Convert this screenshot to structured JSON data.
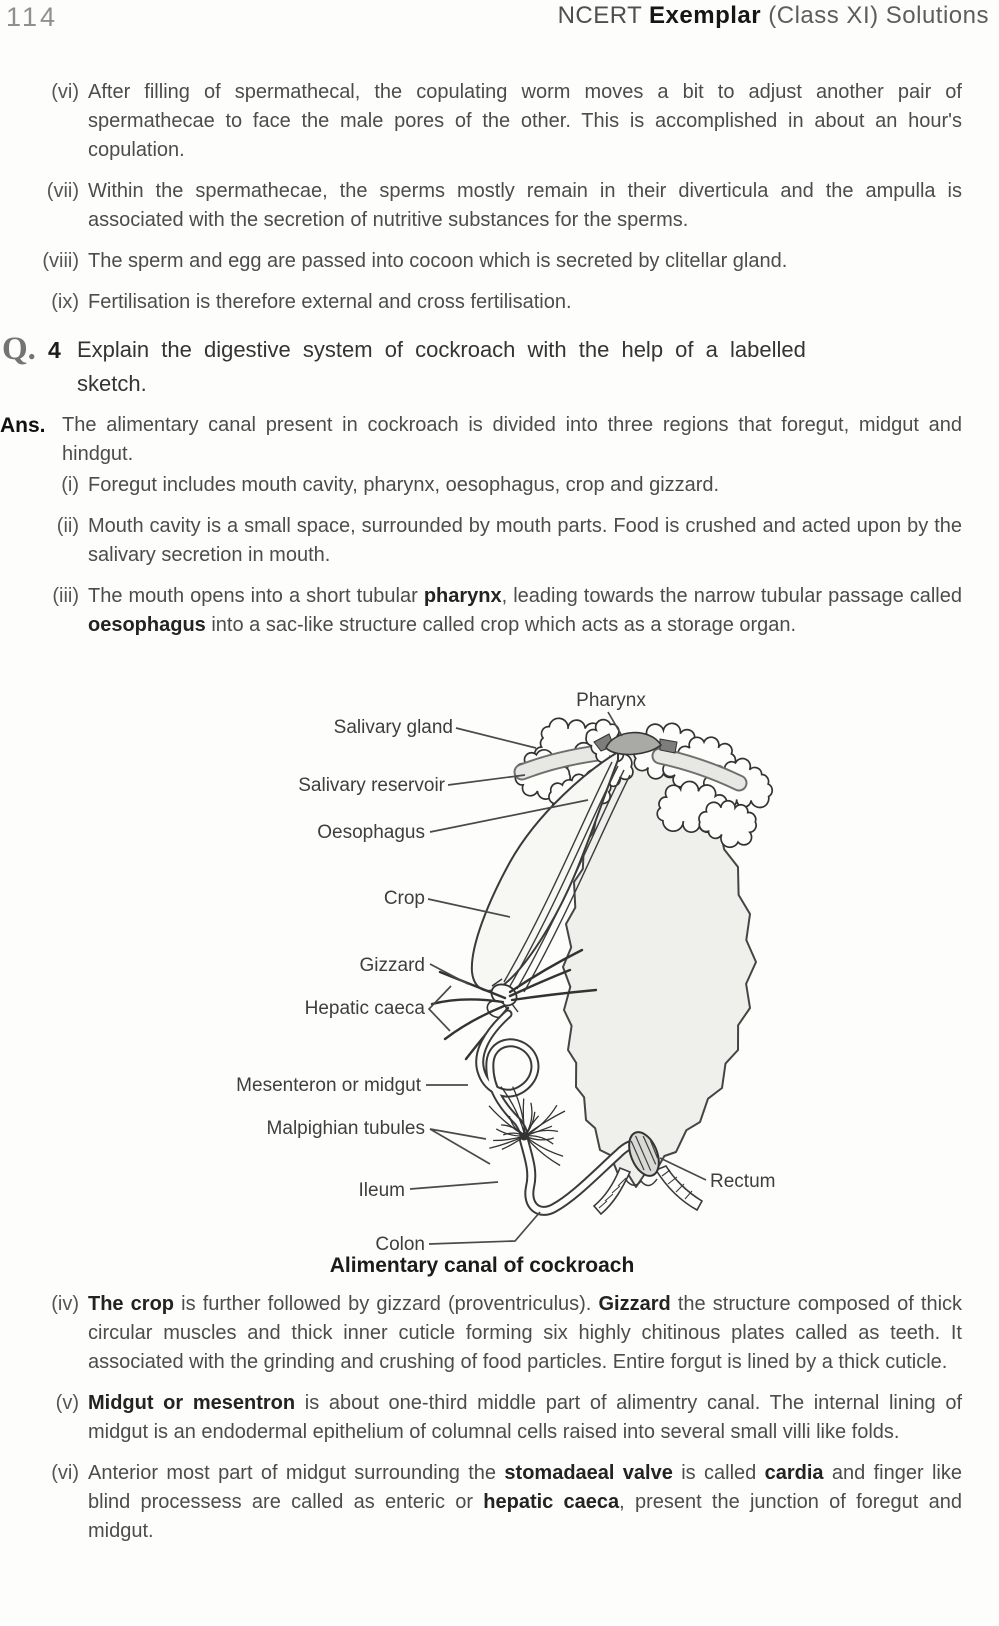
{
  "page_header": {
    "number": "114",
    "title_pre": "NCERT ",
    "title_brand": "Exemplar",
    "title_post": " (Class XI) Solutions"
  },
  "intro_list": {
    "items": [
      {
        "marker": "(vi)",
        "runs": [
          {
            "t": "After filling of spermathecal, the copulating worm moves a bit to adjust another pair of spermathecae to face the male pores of the other. This is accomplished in about an hour's copulation."
          }
        ]
      },
      {
        "marker": "(vii)",
        "runs": [
          {
            "t": "Within the spermathecae, the sperms mostly remain in their diverticula and the ampulla is associated with the secretion of nutritive substances for the sperms."
          }
        ]
      },
      {
        "marker": "(viii)",
        "runs": [
          {
            "t": "The sperm and egg are passed into cocoon which is secreted by clitellar gland."
          }
        ]
      },
      {
        "marker": "(ix)",
        "runs": [
          {
            "t": "Fertilisation is therefore external and cross fertilisation."
          }
        ]
      }
    ]
  },
  "question": {
    "label": "Q.",
    "number": "4",
    "line1": "Explain the digestive system of cockroach with the help of a labelled",
    "line2": "sketch."
  },
  "answer": {
    "label": "Ans.",
    "intro": "The alimentary canal present in cockroach is divided into three regions that foregut, midgut and hindgut."
  },
  "answer_list": {
    "items": [
      {
        "marker": "(i)",
        "runs": [
          {
            "t": "Foregut includes mouth cavity, pharynx, oesophagus, crop and gizzard."
          }
        ]
      },
      {
        "marker": "(ii)",
        "runs": [
          {
            "t": "Mouth cavity is a small space, surrounded by mouth parts. Food is crushed and acted upon by the salivary secretion in mouth."
          }
        ]
      },
      {
        "marker": "(iii)",
        "runs": [
          {
            "t": "The mouth opens into a short tubular "
          },
          {
            "t": "pharynx",
            "b": true
          },
          {
            "t": ", leading towards the narrow tubular passage called "
          },
          {
            "t": "oesophagus",
            "b": true
          },
          {
            "t": " into a sac-like structure called crop which acts as a storage organ."
          }
        ]
      }
    ]
  },
  "diagram": {
    "caption": "Alimentary canal of cockroach",
    "labels": {
      "pharynx": "Pharynx",
      "salivary_gland": "Salivary gland",
      "salivary_reservoir": "Salivary reservoir",
      "oesophagus": "Oesophagus",
      "crop": "Crop",
      "gizzard": "Gizzard",
      "hepatic_caeca": "Hepatic caeca",
      "mesenteron": "Mesenteron or midgut",
      "malpighian_tubules": "Malpighian tubules",
      "ileum": "Ileum",
      "rectum": "Rectum",
      "colon": "Colon"
    }
  },
  "detail_list": {
    "items": [
      {
        "marker": "(iv)",
        "runs": [
          {
            "t": "The crop",
            "b": true
          },
          {
            "t": " is further followed by gizzard (proventriculus). "
          },
          {
            "t": "Gizzard",
            "b": true
          },
          {
            "t": " the structure composed of thick circular muscles and thick inner cuticle forming six highly chitinous plates called as teeth. It associated with the grinding and crushing of food particles. Entire forgut is lined by a thick cuticle."
          }
        ]
      },
      {
        "marker": "(v)",
        "runs": [
          {
            "t": "Midgut or mesentron",
            "b": true
          },
          {
            "t": " is about one-third middle part of alimentry canal. The internal lining of midgut is an endodermal epithelium of columnal cells raised into several small villi like folds."
          }
        ]
      },
      {
        "marker": "(vi)",
        "runs": [
          {
            "t": "Anterior most part of midgut surrounding the "
          },
          {
            "t": "stomadaeal valve",
            "b": true
          },
          {
            "t": " is called "
          },
          {
            "t": "cardia",
            "b": true
          },
          {
            "t": " and finger like blind processess are called as enteric or "
          },
          {
            "t": "hepatic caeca",
            "b": true
          },
          {
            "t": ", present the junction of foregut and midgut."
          }
        ]
      }
    ]
  }
}
